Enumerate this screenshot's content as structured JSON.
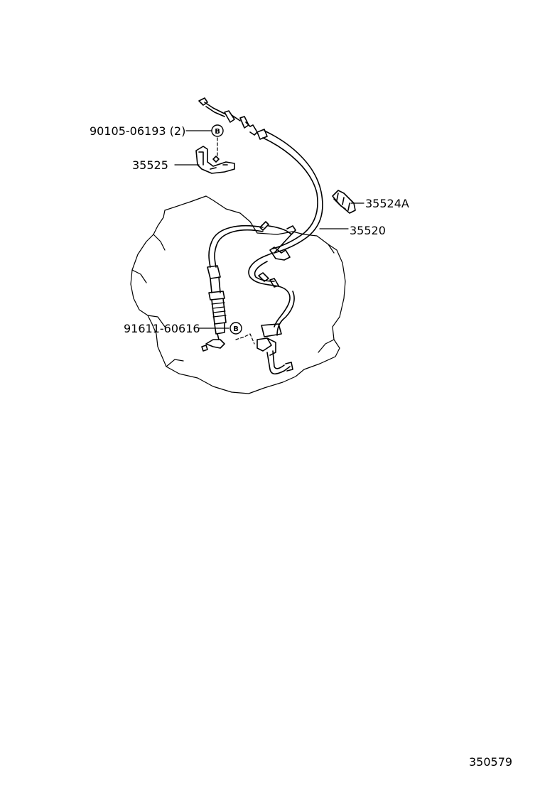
{
  "labels": {
    "bolt": "90105-06193 (2)",
    "bracket": "35525",
    "clip": "35524A",
    "cable": "35520",
    "pin": "91611-60616"
  },
  "badges": {
    "top": "B",
    "bottom": "B"
  },
  "document_number": "350579"
}
